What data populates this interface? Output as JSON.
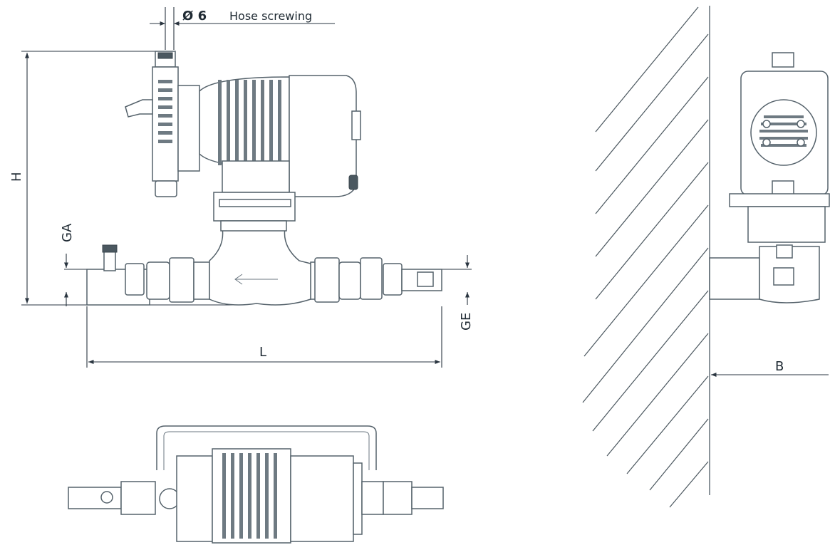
{
  "labels": {
    "hose_diameter": "Ø 6",
    "hose_note": "Hose screwing",
    "height": "H",
    "suction_height": "GA",
    "discharge_height": "GE",
    "length": "L",
    "wall_distance": "B"
  }
}
